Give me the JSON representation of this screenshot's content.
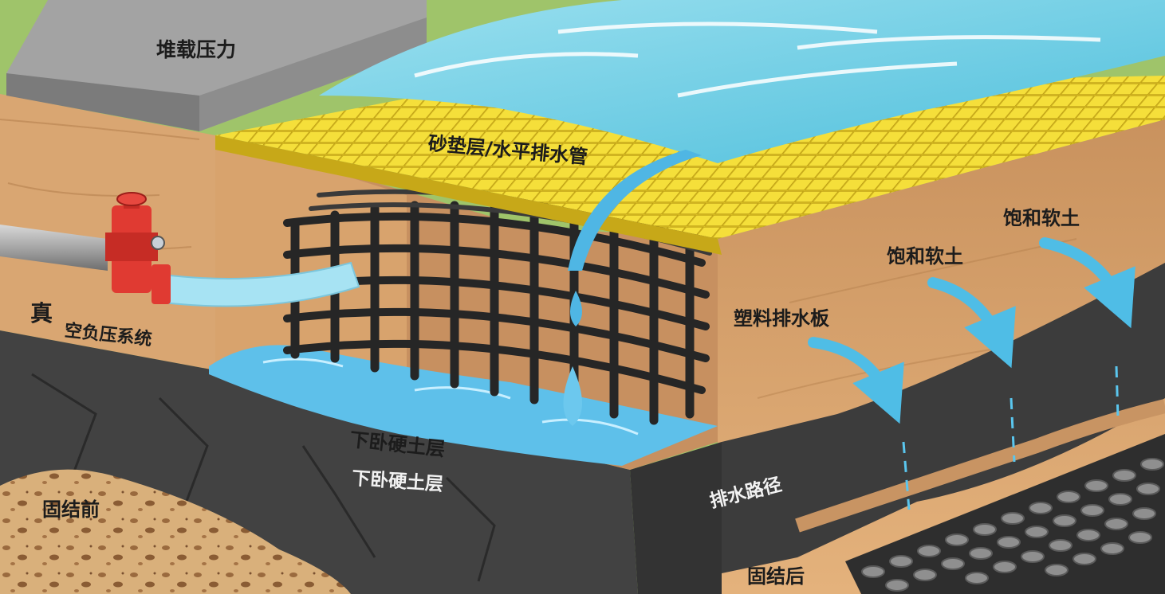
{
  "labels": {
    "load_pressure": "堆载压力",
    "sand_cushion": "砂垫层/水平排水管",
    "vacuum_char": "真",
    "vacuum_rest": "空负压系统",
    "plastic_drain": "塑料排水板",
    "soft_soil_1": "饱和软土",
    "soft_soil_2": "饱和软土",
    "hard_layer_1": "下卧硬土层",
    "hard_layer_2": "下卧硬土层",
    "drain_path": "排水路径",
    "before": "固结前",
    "after": "固结后"
  },
  "colors": {
    "grass": "#9fc46a",
    "soil": "#d9a672",
    "soil_dark": "#c28a58",
    "hard_layer": "#3f3f3f",
    "sand_cushion": "#f0d630",
    "membrane": "#63c8e2",
    "water": "#4fb6e4",
    "grid": "#262626",
    "pump": "#e03a32",
    "load_block": "#8d8d8d"
  },
  "icons": {
    "pump": "vacuum-pump-icon",
    "arrow": "water-flow-arrow-icon",
    "drop": "water-drop-icon"
  }
}
